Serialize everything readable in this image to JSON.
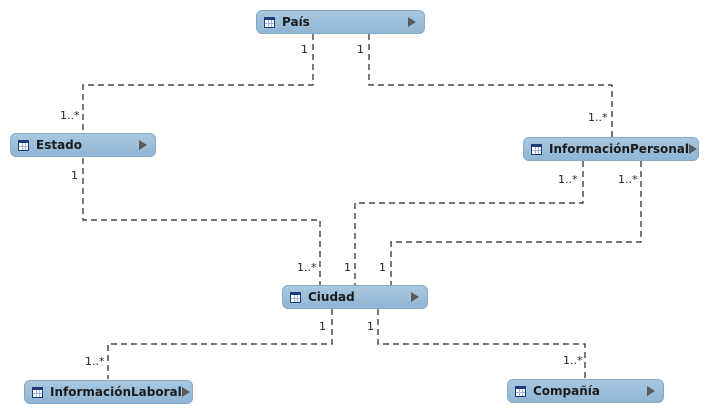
{
  "entities": {
    "pais": "País",
    "estado": "Estado",
    "informacion_personal": "InformaciónPersonal",
    "ciudad": "Ciudad",
    "informacion_laboral": "InformaciónLaboral",
    "compania": "Compañía"
  },
  "multiplicities": {
    "pais_estado_src": "1",
    "pais_estado_dst": "1..*",
    "pais_infopersonal_src": "1",
    "pais_infopersonal_dst": "1..*",
    "estado_ciudad_src": "1",
    "estado_ciudad_dst": "1..*",
    "infopersonal_ciudad_a_src": "1..*",
    "infopersonal_ciudad_a_dst": "1",
    "infopersonal_ciudad_b_src": "1..*",
    "infopersonal_ciudad_b_dst": "1",
    "ciudad_infolaboral_src": "1",
    "ciudad_infolaboral_dst": "1..*",
    "ciudad_compania_src": "1",
    "ciudad_compania_dst": "1..*"
  }
}
